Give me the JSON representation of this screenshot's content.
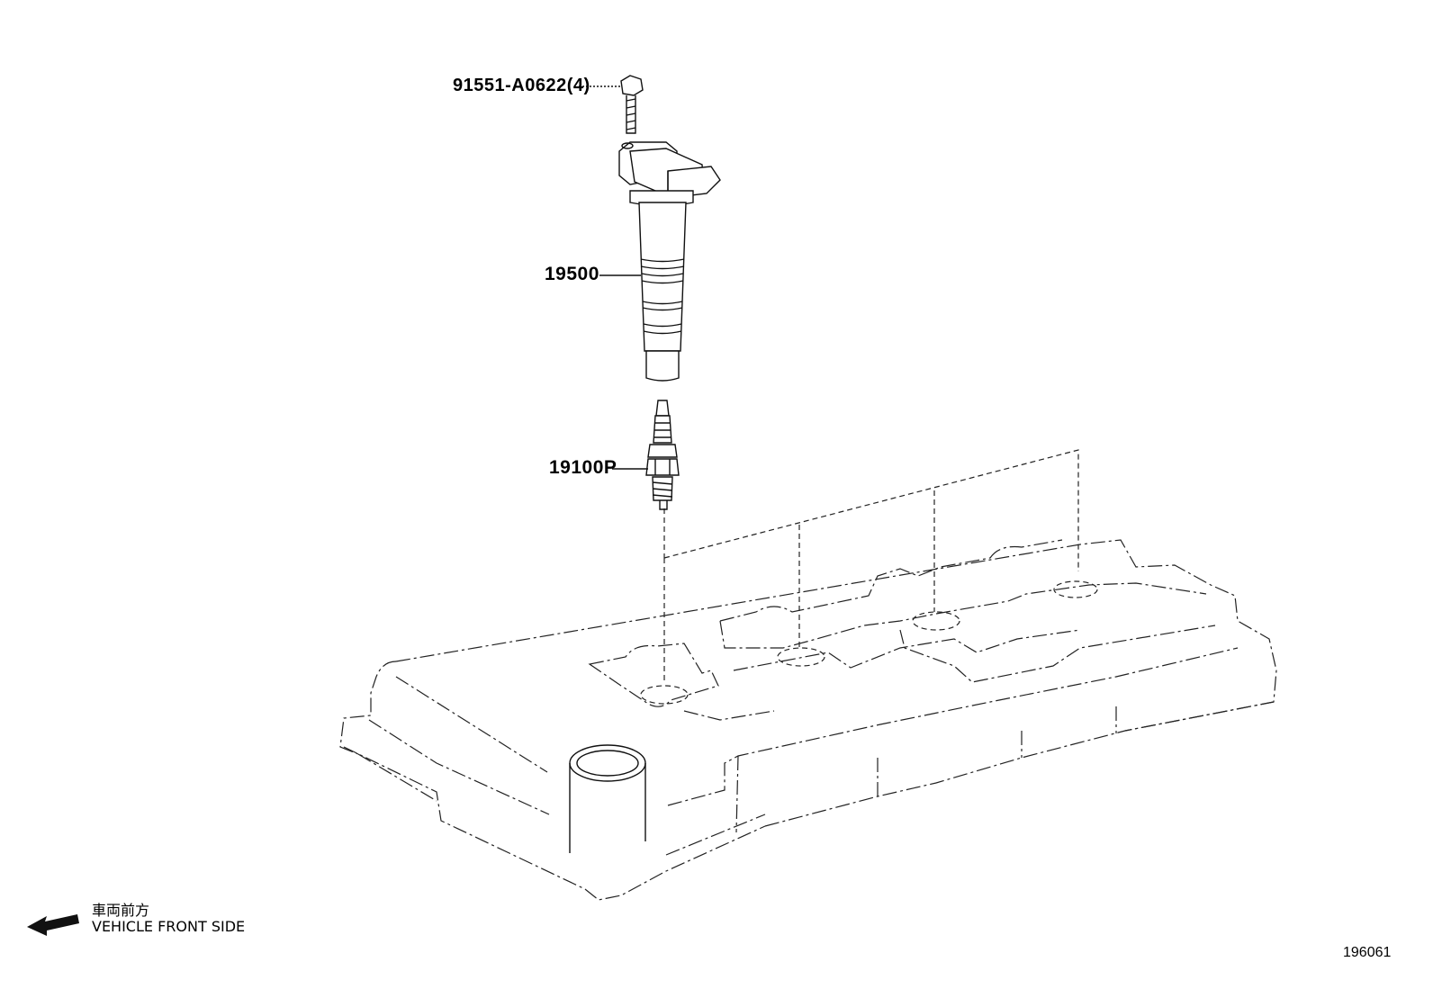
{
  "callouts": {
    "bolt": "91551-A0622(4)",
    "ignition_coil": "19500",
    "spark_plug": "19100P"
  },
  "direction": {
    "japanese": "車両前方",
    "english": "VEHICLE FRONT SIDE"
  },
  "illustration_number": "196061",
  "icons": [
    "bolt-icon",
    "ignition-coil-icon",
    "spark-plug-icon",
    "cylinder-head-cover-icon",
    "front-direction-arrow-icon"
  ]
}
